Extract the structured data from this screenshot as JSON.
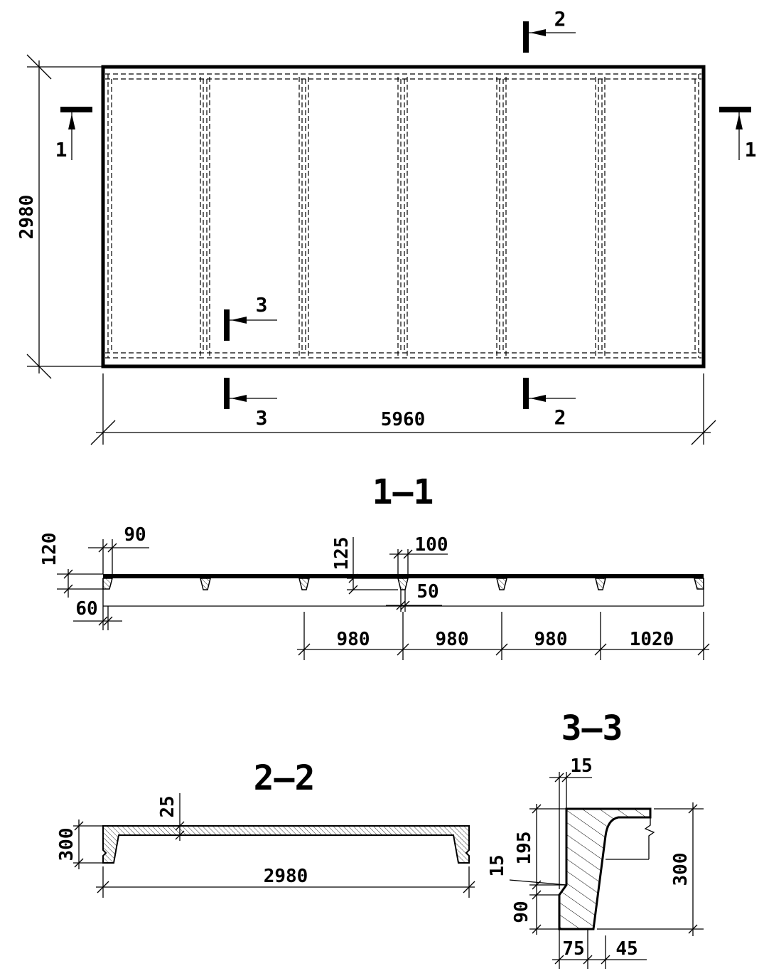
{
  "plan": {
    "width_label": "5960",
    "height_label": "2980",
    "cut_marks": {
      "cut1_left": "1",
      "cut1_right": "1",
      "cut2_top": "2",
      "cut2_bottom": "2",
      "cut3_inner": "3",
      "cut3_bottom": "3"
    }
  },
  "section_1_1": {
    "title": "1–1",
    "dims": {
      "d90": "90",
      "d120": "120",
      "d60": "60",
      "d125": "125",
      "d100": "100",
      "d50": "50",
      "spans": [
        "980",
        "980",
        "980",
        "1020"
      ]
    }
  },
  "section_2_2": {
    "title": "2–2",
    "dims": {
      "d25": "25",
      "d300": "300",
      "d2980": "2980"
    }
  },
  "section_3_3": {
    "title": "3–3",
    "dims": {
      "d15_top": "15",
      "d195": "195",
      "d15_left": "15",
      "d90": "90",
      "d300": "300",
      "d75": "75",
      "d45": "45"
    }
  }
}
